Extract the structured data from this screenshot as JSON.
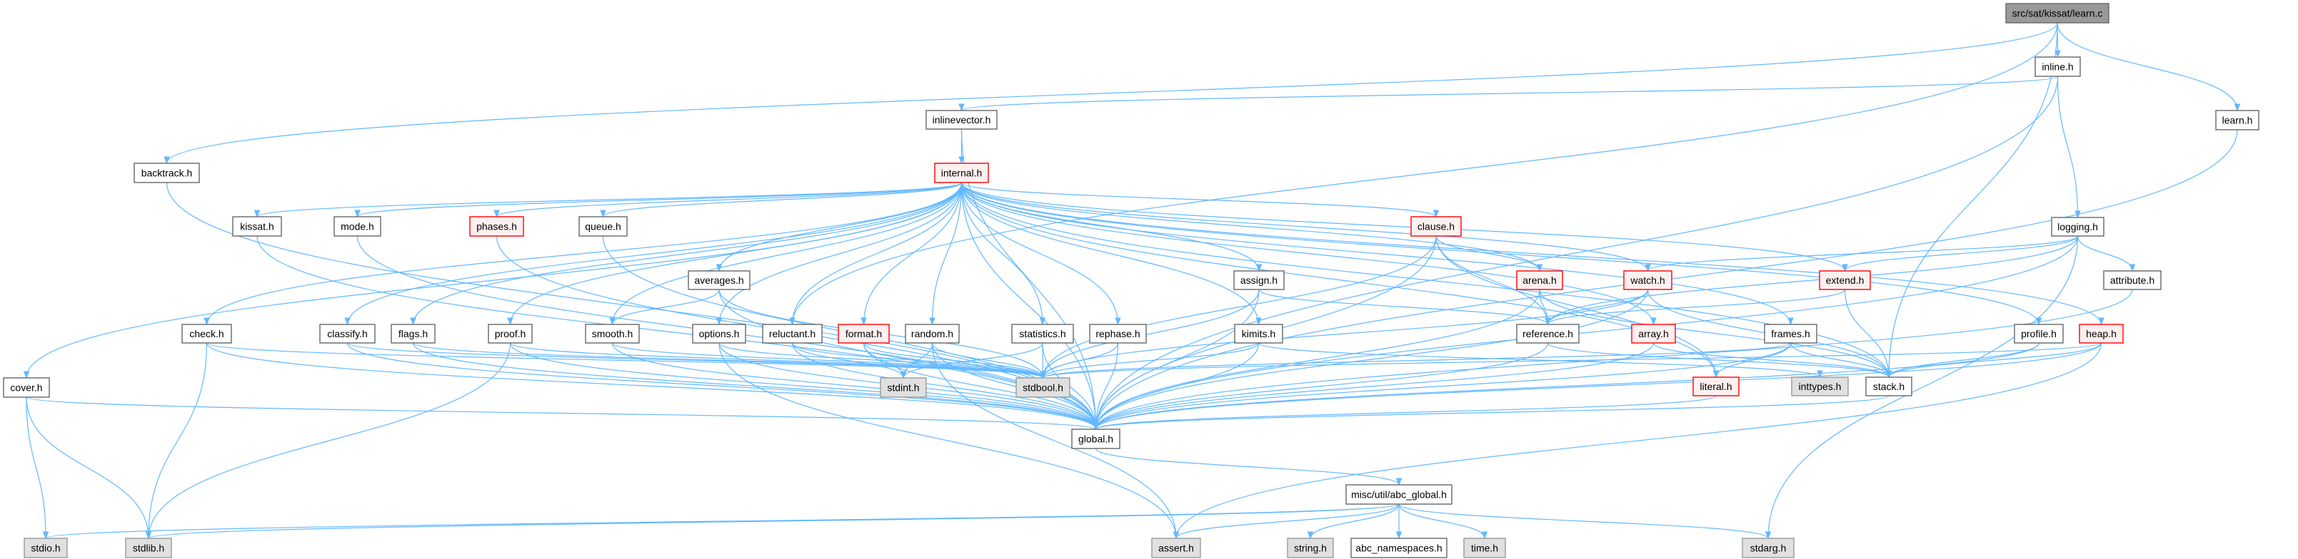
{
  "colors": {
    "edge": "#63b8ff",
    "node_border": "#666666",
    "red_border": "#ff0000",
    "red_fill": "#fff0f0",
    "system_fill": "#e0e0e0",
    "root_fill": "#999999"
  },
  "nodes": [
    {
      "id": "learn_c",
      "label": "src/sat/kissat/learn.c",
      "style": "root"
    },
    {
      "id": "inline_h",
      "label": "inline.h",
      "style": "normal"
    },
    {
      "id": "inlinevector_h",
      "label": "inlinevector.h",
      "style": "normal"
    },
    {
      "id": "backtrack_h",
      "label": "backtrack.h",
      "style": "normal"
    },
    {
      "id": "learn_h",
      "label": "learn.h",
      "style": "normal"
    },
    {
      "id": "internal_h",
      "label": "internal.h",
      "style": "red"
    },
    {
      "id": "kissat_h",
      "label": "kissat.h",
      "style": "normal"
    },
    {
      "id": "mode_h",
      "label": "mode.h",
      "style": "normal"
    },
    {
      "id": "phases_h",
      "label": "phases.h",
      "style": "red"
    },
    {
      "id": "queue_h",
      "label": "queue.h",
      "style": "normal"
    },
    {
      "id": "clause_h",
      "label": "clause.h",
      "style": "red"
    },
    {
      "id": "logging_h",
      "label": "logging.h",
      "style": "normal"
    },
    {
      "id": "averages_h",
      "label": "averages.h",
      "style": "normal"
    },
    {
      "id": "assign_h",
      "label": "assign.h",
      "style": "normal"
    },
    {
      "id": "arena_h",
      "label": "arena.h",
      "style": "red"
    },
    {
      "id": "watch_h",
      "label": "watch.h",
      "style": "red"
    },
    {
      "id": "extend_h",
      "label": "extend.h",
      "style": "red"
    },
    {
      "id": "attribute_h",
      "label": "attribute.h",
      "style": "normal"
    },
    {
      "id": "check_h",
      "label": "check.h",
      "style": "normal"
    },
    {
      "id": "classify_h",
      "label": "classify.h",
      "style": "normal"
    },
    {
      "id": "flags_h",
      "label": "flags.h",
      "style": "normal"
    },
    {
      "id": "proof_h",
      "label": "proof.h",
      "style": "normal"
    },
    {
      "id": "smooth_h",
      "label": "smooth.h",
      "style": "normal"
    },
    {
      "id": "options_h",
      "label": "options.h",
      "style": "normal"
    },
    {
      "id": "reluctant_h",
      "label": "reluctant.h",
      "style": "normal"
    },
    {
      "id": "format_h",
      "label": "format.h",
      "style": "red"
    },
    {
      "id": "random_h",
      "label": "random.h",
      "style": "normal"
    },
    {
      "id": "statistics_h",
      "label": "statistics.h",
      "style": "normal"
    },
    {
      "id": "rephase_h",
      "label": "rephase.h",
      "style": "normal"
    },
    {
      "id": "kimits_h",
      "label": "kimits.h",
      "style": "normal"
    },
    {
      "id": "reference_h",
      "label": "reference.h",
      "style": "normal"
    },
    {
      "id": "array_h",
      "label": "array.h",
      "style": "red"
    },
    {
      "id": "frames_h",
      "label": "frames.h",
      "style": "normal"
    },
    {
      "id": "profile_h",
      "label": "profile.h",
      "style": "normal"
    },
    {
      "id": "heap_h",
      "label": "heap.h",
      "style": "red"
    },
    {
      "id": "cover_h",
      "label": "cover.h",
      "style": "normal"
    },
    {
      "id": "stdint_h",
      "label": "stdint.h",
      "style": "sys"
    },
    {
      "id": "stdbool_h",
      "label": "stdbool.h",
      "style": "sys"
    },
    {
      "id": "literal_h",
      "label": "literal.h",
      "style": "red"
    },
    {
      "id": "inttypes_h",
      "label": "inttypes.h",
      "style": "sys"
    },
    {
      "id": "stack_h",
      "label": "stack.h",
      "style": "normal"
    },
    {
      "id": "global_h",
      "label": "global.h",
      "style": "normal"
    },
    {
      "id": "abc_global_h",
      "label": "misc/util/abc_global.h",
      "style": "normal"
    },
    {
      "id": "stdio_h",
      "label": "stdio.h",
      "style": "sys"
    },
    {
      "id": "stdlib_h",
      "label": "stdlib.h",
      "style": "sys"
    },
    {
      "id": "assert_h",
      "label": "assert.h",
      "style": "sys"
    },
    {
      "id": "string_h",
      "label": "string.h",
      "style": "sys"
    },
    {
      "id": "abc_namespaces_h",
      "label": "abc_namespaces.h",
      "style": "normal"
    },
    {
      "id": "time_h",
      "label": "time.h",
      "style": "sys"
    },
    {
      "id": "stdarg_h",
      "label": "stdarg.h",
      "style": "sys"
    }
  ],
  "edges": [
    [
      "learn_c",
      "inline_h"
    ],
    [
      "learn_c",
      "learn_h"
    ],
    [
      "learn_c",
      "backtrack_h"
    ],
    [
      "learn_c",
      "reluctant_h"
    ],
    [
      "learn_c",
      "stack_h"
    ],
    [
      "inline_h",
      "inlinevector_h"
    ],
    [
      "inline_h",
      "logging_h"
    ],
    [
      "inline_h",
      "global_h"
    ],
    [
      "inlinevector_h",
      "internal_h"
    ],
    [
      "inlinevector_h",
      "global_h"
    ],
    [
      "backtrack_h",
      "global_h"
    ],
    [
      "learn_h",
      "global_h"
    ],
    [
      "internal_h",
      "kissat_h"
    ],
    [
      "internal_h",
      "mode_h"
    ],
    [
      "internal_h",
      "phases_h"
    ],
    [
      "internal_h",
      "queue_h"
    ],
    [
      "internal_h",
      "averages_h"
    ],
    [
      "internal_h",
      "check_h"
    ],
    [
      "internal_h",
      "classify_h"
    ],
    [
      "internal_h",
      "flags_h"
    ],
    [
      "internal_h",
      "proof_h"
    ],
    [
      "internal_h",
      "smooth_h"
    ],
    [
      "internal_h",
      "options_h"
    ],
    [
      "internal_h",
      "reluctant_h"
    ],
    [
      "internal_h",
      "format_h"
    ],
    [
      "internal_h",
      "random_h"
    ],
    [
      "internal_h",
      "statistics_h"
    ],
    [
      "internal_h",
      "rephase_h"
    ],
    [
      "internal_h",
      "kimits_h"
    ],
    [
      "internal_h",
      "assign_h"
    ],
    [
      "internal_h",
      "clause_h"
    ],
    [
      "internal_h",
      "arena_h"
    ],
    [
      "internal_h",
      "array_h"
    ],
    [
      "internal_h",
      "watch_h"
    ],
    [
      "internal_h",
      "literal_h"
    ],
    [
      "internal_h",
      "extend_h"
    ],
    [
      "internal_h",
      "frames_h"
    ],
    [
      "internal_h",
      "stack_h"
    ],
    [
      "internal_h",
      "profile_h"
    ],
    [
      "internal_h",
      "heap_h"
    ],
    [
      "internal_h",
      "cover_h"
    ],
    [
      "internal_h",
      "global_h"
    ],
    [
      "logging_h",
      "watch_h"
    ],
    [
      "logging_h",
      "extend_h"
    ],
    [
      "logging_h",
      "reference_h"
    ],
    [
      "logging_h",
      "attribute_h"
    ],
    [
      "logging_h",
      "stdarg_h"
    ],
    [
      "logging_h",
      "global_h"
    ],
    [
      "clause_h",
      "arena_h"
    ],
    [
      "clause_h",
      "reference_h"
    ],
    [
      "clause_h",
      "literal_h"
    ],
    [
      "clause_h",
      "stdbool_h"
    ],
    [
      "clause_h",
      "global_h"
    ],
    [
      "arena_h",
      "reference_h"
    ],
    [
      "arena_h",
      "stack_h"
    ],
    [
      "arena_h",
      "global_h"
    ],
    [
      "watch_h",
      "reference_h"
    ],
    [
      "watch_h",
      "stack_h"
    ],
    [
      "watch_h",
      "stdbool_h"
    ],
    [
      "watch_h",
      "global_h"
    ],
    [
      "extend_h",
      "reference_h"
    ],
    [
      "extend_h",
      "stack_h"
    ],
    [
      "assign_h",
      "reference_h"
    ],
    [
      "assign_h",
      "stdbool_h"
    ],
    [
      "assign_h",
      "global_h"
    ],
    [
      "reference_h",
      "stack_h"
    ],
    [
      "reference_h",
      "global_h"
    ],
    [
      "array_h",
      "stack_h"
    ],
    [
      "array_h",
      "global_h"
    ],
    [
      "frames_h",
      "literal_h"
    ],
    [
      "frames_h",
      "stack_h"
    ],
    [
      "frames_h",
      "stdbool_h"
    ],
    [
      "frames_h",
      "global_h"
    ],
    [
      "profile_h",
      "stack_h"
    ],
    [
      "profile_h",
      "global_h"
    ],
    [
      "heap_h",
      "stack_h"
    ],
    [
      "heap_h",
      "stdbool_h"
    ],
    [
      "heap_h",
      "global_h"
    ],
    [
      "heap_h",
      "assert_h"
    ],
    [
      "attribute_h",
      "global_h"
    ],
    [
      "kimits_h",
      "stdbool_h"
    ],
    [
      "kimits_h",
      "global_h"
    ],
    [
      "kimits_h",
      "inttypes_h"
    ],
    [
      "rephase_h",
      "stdbool_h"
    ],
    [
      "rephase_h",
      "global_h"
    ],
    [
      "statistics_h",
      "stdint_h"
    ],
    [
      "statistics_h",
      "stdbool_h"
    ],
    [
      "statistics_h",
      "global_h"
    ],
    [
      "random_h",
      "stdint_h"
    ],
    [
      "random_h",
      "stdbool_h"
    ],
    [
      "random_h",
      "global_h"
    ],
    [
      "random_h",
      "assert_h"
    ],
    [
      "format_h",
      "stdint_h"
    ],
    [
      "format_h",
      "stdbool_h"
    ],
    [
      "format_h",
      "global_h"
    ],
    [
      "reluctant_h",
      "stdint_h"
    ],
    [
      "reluctant_h",
      "stdbool_h"
    ],
    [
      "reluctant_h",
      "global_h"
    ],
    [
      "options_h",
      "stdbool_h"
    ],
    [
      "options_h",
      "global_h"
    ],
    [
      "options_h",
      "assert_h"
    ],
    [
      "smooth_h",
      "stdbool_h"
    ],
    [
      "smooth_h",
      "global_h"
    ],
    [
      "averages_h",
      "smooth_h"
    ],
    [
      "averages_h",
      "stdbool_h"
    ],
    [
      "averages_h",
      "global_h"
    ],
    [
      "proof_h",
      "stdbool_h"
    ],
    [
      "proof_h",
      "global_h"
    ],
    [
      "proof_h",
      "stdlib_h"
    ],
    [
      "flags_h",
      "stdbool_h"
    ],
    [
      "flags_h",
      "global_h"
    ],
    [
      "classify_h",
      "stdbool_h"
    ],
    [
      "classify_h",
      "global_h"
    ],
    [
      "check_h",
      "stdbool_h"
    ],
    [
      "check_h",
      "global_h"
    ],
    [
      "check_h",
      "stdlib_h"
    ],
    [
      "cover_h",
      "global_h"
    ],
    [
      "cover_h",
      "stdio_h"
    ],
    [
      "cover_h",
      "stdlib_h"
    ],
    [
      "kissat_h",
      "global_h"
    ],
    [
      "mode_h",
      "global_h"
    ],
    [
      "phases_h",
      "global_h"
    ],
    [
      "queue_h",
      "global_h"
    ],
    [
      "literal_h",
      "global_h"
    ],
    [
      "stack_h",
      "global_h"
    ],
    [
      "global_h",
      "abc_global_h"
    ],
    [
      "abc_global_h",
      "stdio_h"
    ],
    [
      "abc_global_h",
      "stdlib_h"
    ],
    [
      "abc_global_h",
      "assert_h"
    ],
    [
      "abc_global_h",
      "string_h"
    ],
    [
      "abc_global_h",
      "abc_namespaces_h"
    ],
    [
      "abc_global_h",
      "time_h"
    ],
    [
      "abc_global_h",
      "stdarg_h"
    ]
  ]
}
